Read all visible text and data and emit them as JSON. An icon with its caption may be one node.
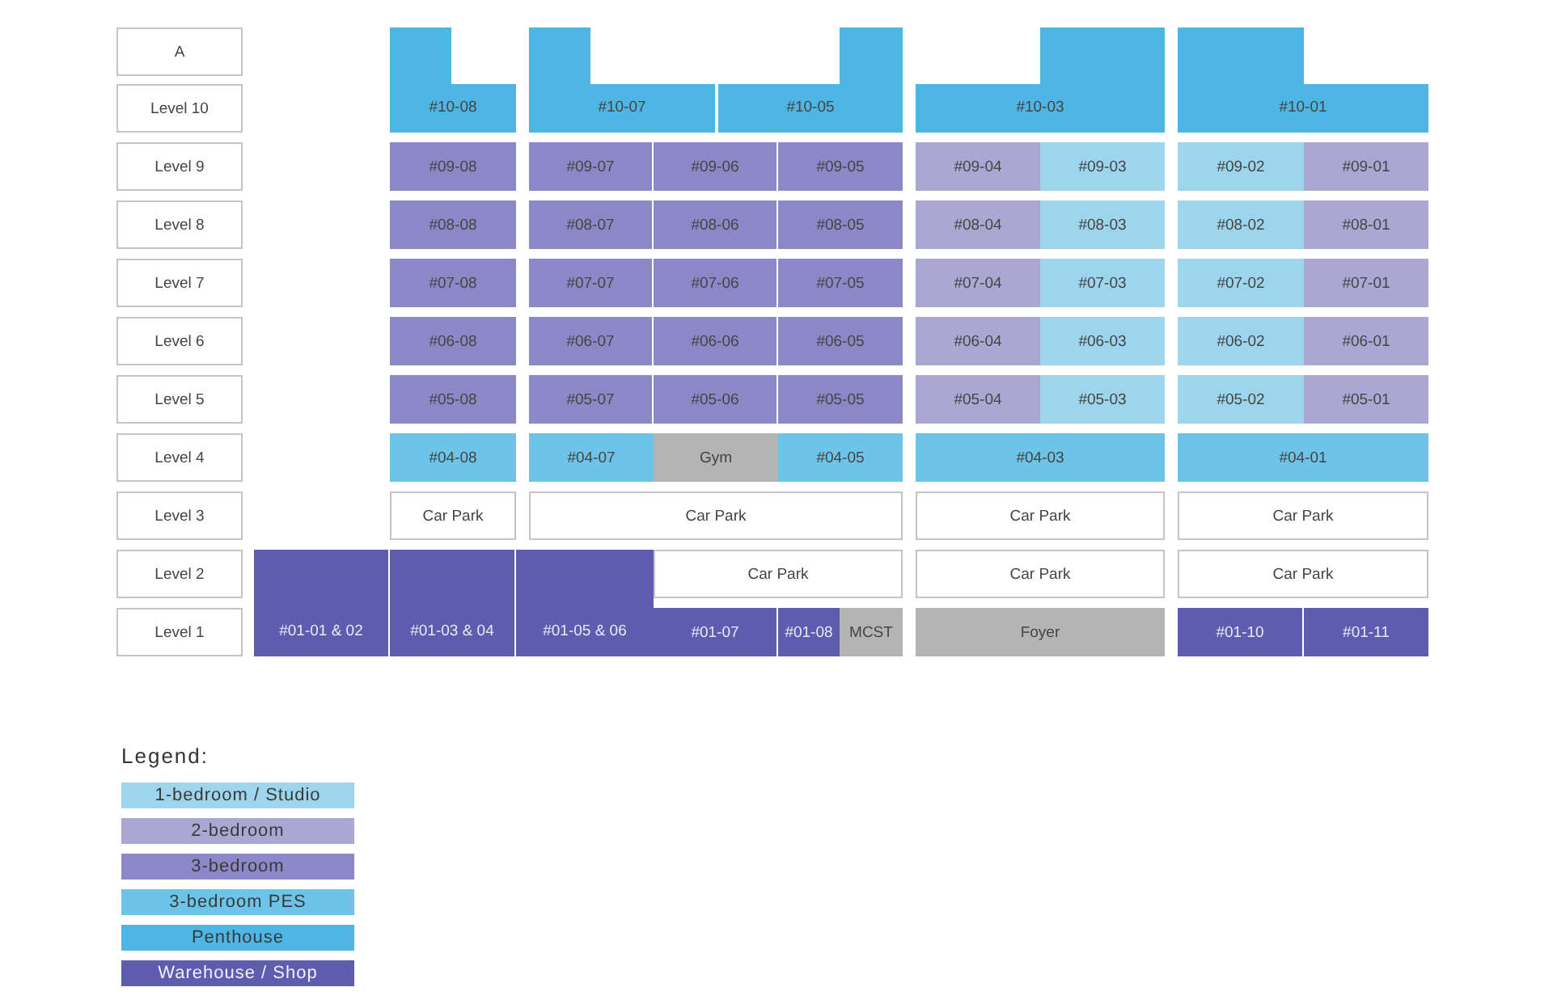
{
  "diagram": {
    "nodes": [
      {
        "text": [
          "A"
        ]
      },
      {
        "text": [
          "Level 10"
        ]
      },
      {
        "text": [
          "#10-08"
        ]
      },
      {
        "text": [
          "#10-07"
        ]
      },
      {
        "text": [
          "#10-05"
        ]
      },
      {
        "text": [
          "#10-03"
        ]
      },
      {
        "text": [
          "#10-01"
        ]
      },
      {
        "text": [
          "Level 9"
        ]
      },
      {
        "text": [
          "#09-08"
        ]
      },
      {
        "text": [
          "#09-07"
        ]
      },
      {
        "text": [
          "#09-06"
        ]
      },
      {
        "text": [
          "#09-05"
        ]
      },
      {
        "text": [
          "#09-04"
        ]
      },
      {
        "text": [
          "#09-03"
        ]
      },
      {
        "text": [
          "#09-02"
        ]
      },
      {
        "text": [
          "#09-01"
        ]
      },
      {
        "text": [
          "Level 8"
        ]
      },
      {
        "text": [
          "#08-08"
        ]
      },
      {
        "text": [
          "#08-07"
        ]
      },
      {
        "text": [
          "#08-06"
        ]
      },
      {
        "text": [
          "#08-05"
        ]
      },
      {
        "text": [
          "#08-04"
        ]
      },
      {
        "text": [
          "#08-03"
        ]
      },
      {
        "text": [
          "#08-02"
        ]
      },
      {
        "text": [
          "#08-01"
        ]
      },
      {
        "text": [
          "Level 7"
        ]
      },
      {
        "text": [
          "#07-08"
        ]
      },
      {
        "text": [
          "#07-07"
        ]
      },
      {
        "text": [
          "#07-06"
        ]
      },
      {
        "text": [
          "#07-05"
        ]
      },
      {
        "text": [
          "#07-04"
        ]
      },
      {
        "text": [
          "#07-03"
        ]
      },
      {
        "text": [
          "#07-02"
        ]
      },
      {
        "text": [
          "#07-01"
        ]
      },
      {
        "text": [
          "Level 6"
        ]
      },
      {
        "text": [
          "#06-08"
        ]
      },
      {
        "text": [
          "#06-07"
        ]
      },
      {
        "text": [
          "#06-06"
        ]
      },
      {
        "text": [
          "#06-05"
        ]
      },
      {
        "text": [
          "#06-04"
        ]
      },
      {
        "text": [
          "#06-03"
        ]
      },
      {
        "text": [
          "#06-02"
        ]
      },
      {
        "text": [
          "#06-01"
        ]
      },
      {
        "text": [
          "Level 5"
        ]
      },
      {
        "text": [
          "#05-08"
        ]
      },
      {
        "text": [
          "#05-07"
        ]
      },
      {
        "text": [
          "#05-06"
        ]
      },
      {
        "text": [
          "#05-05"
        ]
      },
      {
        "text": [
          "#05-04"
        ]
      },
      {
        "text": [
          "#05-03"
        ]
      },
      {
        "text": [
          "#05-02"
        ]
      },
      {
        "text": [
          "#05-01"
        ]
      },
      {
        "text": [
          "Level 4"
        ]
      },
      {
        "text": [
          "#04-08"
        ]
      },
      {
        "text": [
          "#04-07"
        ]
      },
      {
        "text": [
          "Gym"
        ]
      },
      {
        "text": [
          "#04-05"
        ]
      },
      {
        "text": [
          "#04-03"
        ]
      },
      {
        "text": [
          "#04-01"
        ]
      },
      {
        "text": [
          "Level 3"
        ]
      },
      {
        "text": [
          "Car Park"
        ]
      },
      {
        "text": [
          "Car Park"
        ]
      },
      {
        "text": [
          "Car Park"
        ]
      },
      {
        "text": [
          "Car Park"
        ]
      },
      {
        "text": [
          "Level 2"
        ]
      },
      {
        "text": [
          "Car Park"
        ]
      },
      {
        "text": [
          "Car Park"
        ]
      },
      {
        "text": [
          "Car Park"
        ]
      },
      {
        "text": [
          "Level 1"
        ]
      },
      {
        "text": [
          "#01-01 & 02"
        ]
      },
      {
        "text": [
          "#01-03 & 04"
        ]
      },
      {
        "text": [
          "#01-05 & 06"
        ]
      },
      {
        "text": [
          "#01-07"
        ]
      },
      {
        "text": [
          "#01-08"
        ]
      },
      {
        "text": [
          "MCST"
        ]
      },
      {
        "text": [
          "Foyer"
        ]
      },
      {
        "text": [
          "#01-10"
        ]
      },
      {
        "text": [
          "#01-11"
        ]
      }
    ],
    "edges": [],
    "labels": [
      "Legend:"
    ],
    "legend": [
      {
        "text": "1-bedroom / Studio",
        "color": "#9dd5ec"
      },
      {
        "text": "2-bedroom",
        "color": "#aba7d3"
      },
      {
        "text": "3-bedroom",
        "color": "#8c87c6"
      },
      {
        "text": "3-bedroom PES",
        "color": "#6cc4e8"
      },
      {
        "text": "Penthouse",
        "color": "#4db6e4"
      },
      {
        "text": "Warehouse / Shop",
        "color": "#5d5cae"
      }
    ]
  }
}
